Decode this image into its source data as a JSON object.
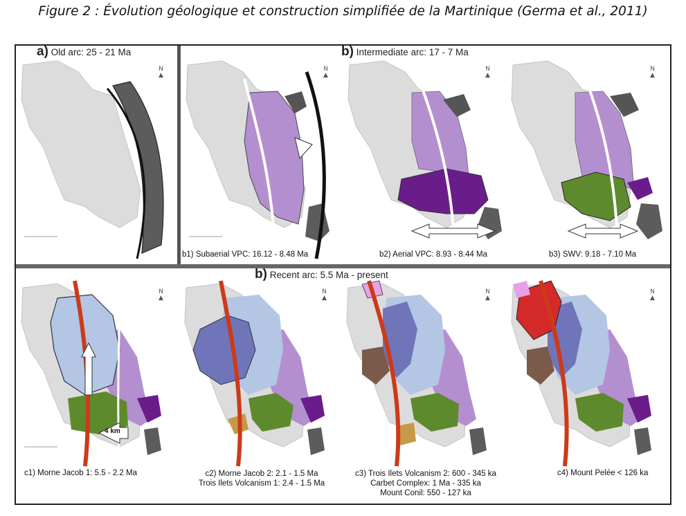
{
  "caption": "Figure 2 : Évolution géologique et construction simplifiée de la Martinique (Germa et al., 2011)",
  "headers": {
    "old_arc_letter": "a)",
    "old_arc_text": "Old arc: 25 - 21 Ma",
    "intermediate_letter": "b)",
    "intermediate_text": "Intermediate arc: 17 - 7 Ma",
    "recent_letter": "b)",
    "recent_text": "Recent arc: 5.5 Ma - present"
  },
  "panels": {
    "b1": "b1) Subaerial VPC: 16.12 - 8.48 Ma",
    "b2": "b2) Aerial VPC: 8.93 - 8.44 Ma",
    "b3": "b3) SWV: 9.18 - 7.10 Ma",
    "c1": "c1) Morne Jacob 1: 5.5 - 2.2 Ma",
    "c2_line1": "c2) Morne Jacob 2: 2.1 - 1.5 Ma",
    "c2_line2": "Trois Ilets Volcanism 1: 2.4 - 1.5 Ma",
    "c3_line1": "c3) Trois Ilets Volcanism 2: 600 - 345 ka",
    "c3_line2": "Carbet Complex: 1 Ma - 335 ka",
    "c3_line3": "Mount Conil: 550 - 127 ka",
    "c4": "c4) Mount Pelée < 126 ka"
  },
  "arrow_labels": {
    "c1_distance": "4 km"
  },
  "north_label": "N",
  "colors": {
    "land": "#dcdcdc",
    "old_arc": "#5a5a5a",
    "vpc_purple": "#b48fd0",
    "aerial_vpc": "#6a1d8a",
    "swv_green": "#5e8a2e",
    "morne_jacob_1": "#b3c6e4",
    "morne_jacob_2": "#6f75b8",
    "trois_ilets": "#c49a4a",
    "carbet": "#7a5a4a",
    "conil": "#e8a0e8",
    "pelee": "#d42a2a",
    "arc_axis_red": "#cc3a1a"
  }
}
